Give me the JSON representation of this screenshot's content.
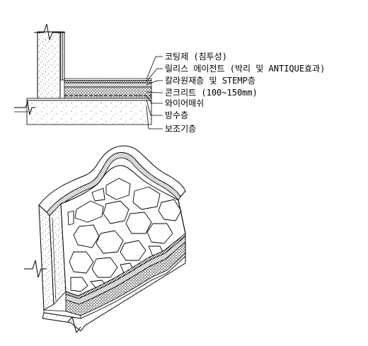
{
  "labels": {
    "coating": "코팅제 (침투성)",
    "release": "릴리스 에이전트 (박리 및 ANTIQUE효과)",
    "color_stamp": "칼라원재층 및 STEMP층",
    "concrete": "콘크리트 (100~150mm)",
    "wire_mesh": "와이어매쉬",
    "waterproof": "방수층",
    "auxiliary": "보조기층"
  },
  "colors": {
    "line": "#000000",
    "background": "#ffffff"
  }
}
